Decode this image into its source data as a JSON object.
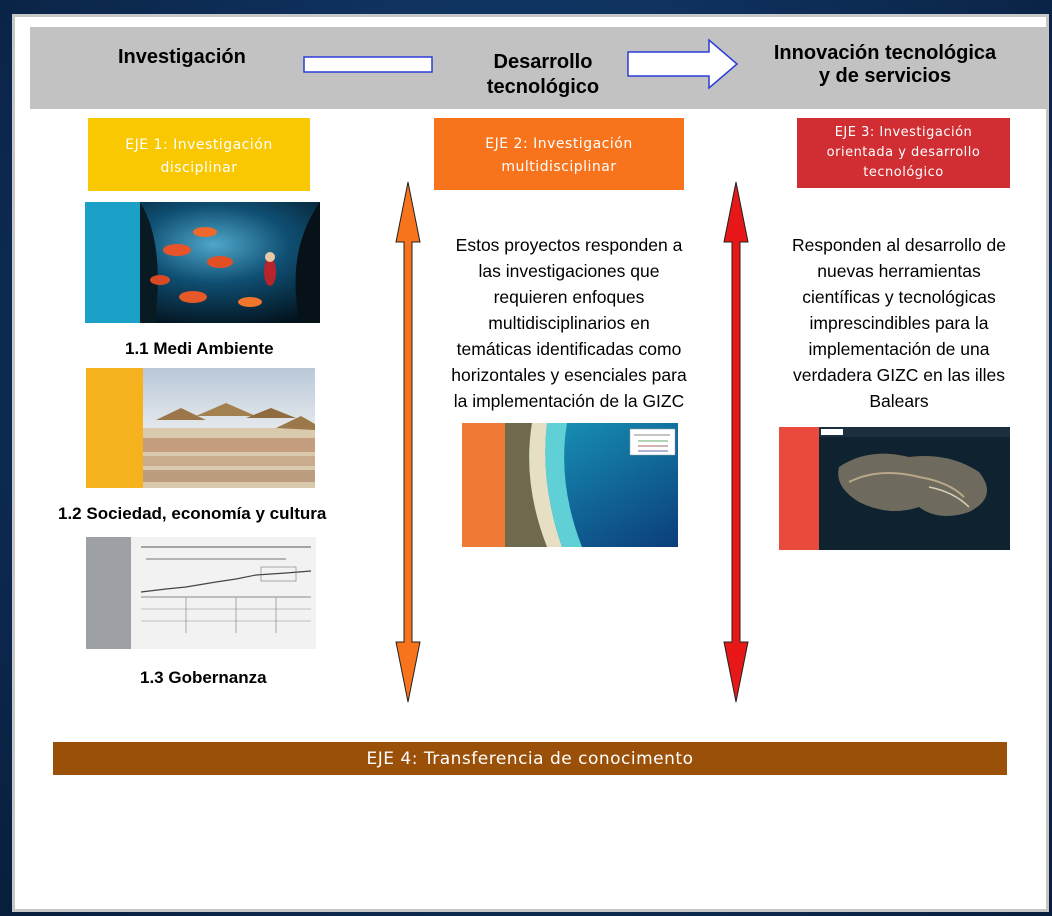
{
  "stages": {
    "s1": "Investigación",
    "s2": "Desarrollo tecnológico",
    "s3_line1": "Innovación tecnológica",
    "s3_line2": "y de servicios"
  },
  "ejes": {
    "eje1": {
      "line1": "EJE 1: Investigación",
      "line2": "disciplinar",
      "color": "#f9c800"
    },
    "eje2": {
      "line1": "EJE 2: Investigación",
      "line2": "multidisciplinar",
      "color": "#f7741c"
    },
    "eje3": {
      "line1": "EJE 3: Investigación",
      "line2": "orientada y desarrollo",
      "line3": "tecnológico",
      "color": "#d02e33"
    },
    "eje4": {
      "label": "EJE 4: Transferencia de conocimento",
      "color": "#9a5008"
    }
  },
  "column1": {
    "captions": [
      "1.1 Medi Ambiente",
      "1.2 Sociedad, economía y cultura",
      "1.3 Gobernanza"
    ]
  },
  "column2": {
    "lines": [
      "Estos proyectos responden a",
      "las investigaciones que",
      "requieren enfoques",
      "multidisciplinarios en",
      "temáticas identificadas como",
      "horizontales y esenciales para",
      "la implementación de la GIZC"
    ]
  },
  "column3": {
    "lines": [
      "Responden al desarrollo de",
      "nuevas herramientas",
      "científicas y tecnológicas",
      "imprescindibles para la",
      "implementación de una",
      "verdadera GIZC en las illes",
      "Balears"
    ]
  },
  "arrows": {
    "left_color": "#f7741c",
    "right_color": "#e81818",
    "flow_color": "#2a3dd6"
  }
}
